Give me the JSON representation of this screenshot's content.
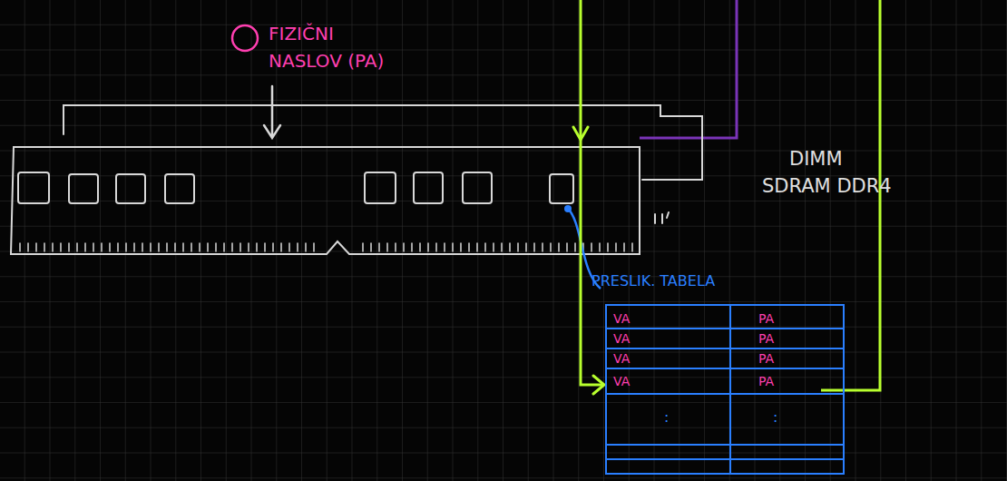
{
  "diagram": {
    "nodes": [
      {
        "text": [
          "PRESLIK. TABELA"
        ]
      }
    ],
    "labels": [
      "FIZIČNI NASLOV (PA)",
      "DIMM SDRAM DDR4",
      "VA",
      "PA",
      "VA",
      "PA",
      "VA",
      "PA",
      "VA",
      "PA",
      ":",
      ":"
    ]
  }
}
